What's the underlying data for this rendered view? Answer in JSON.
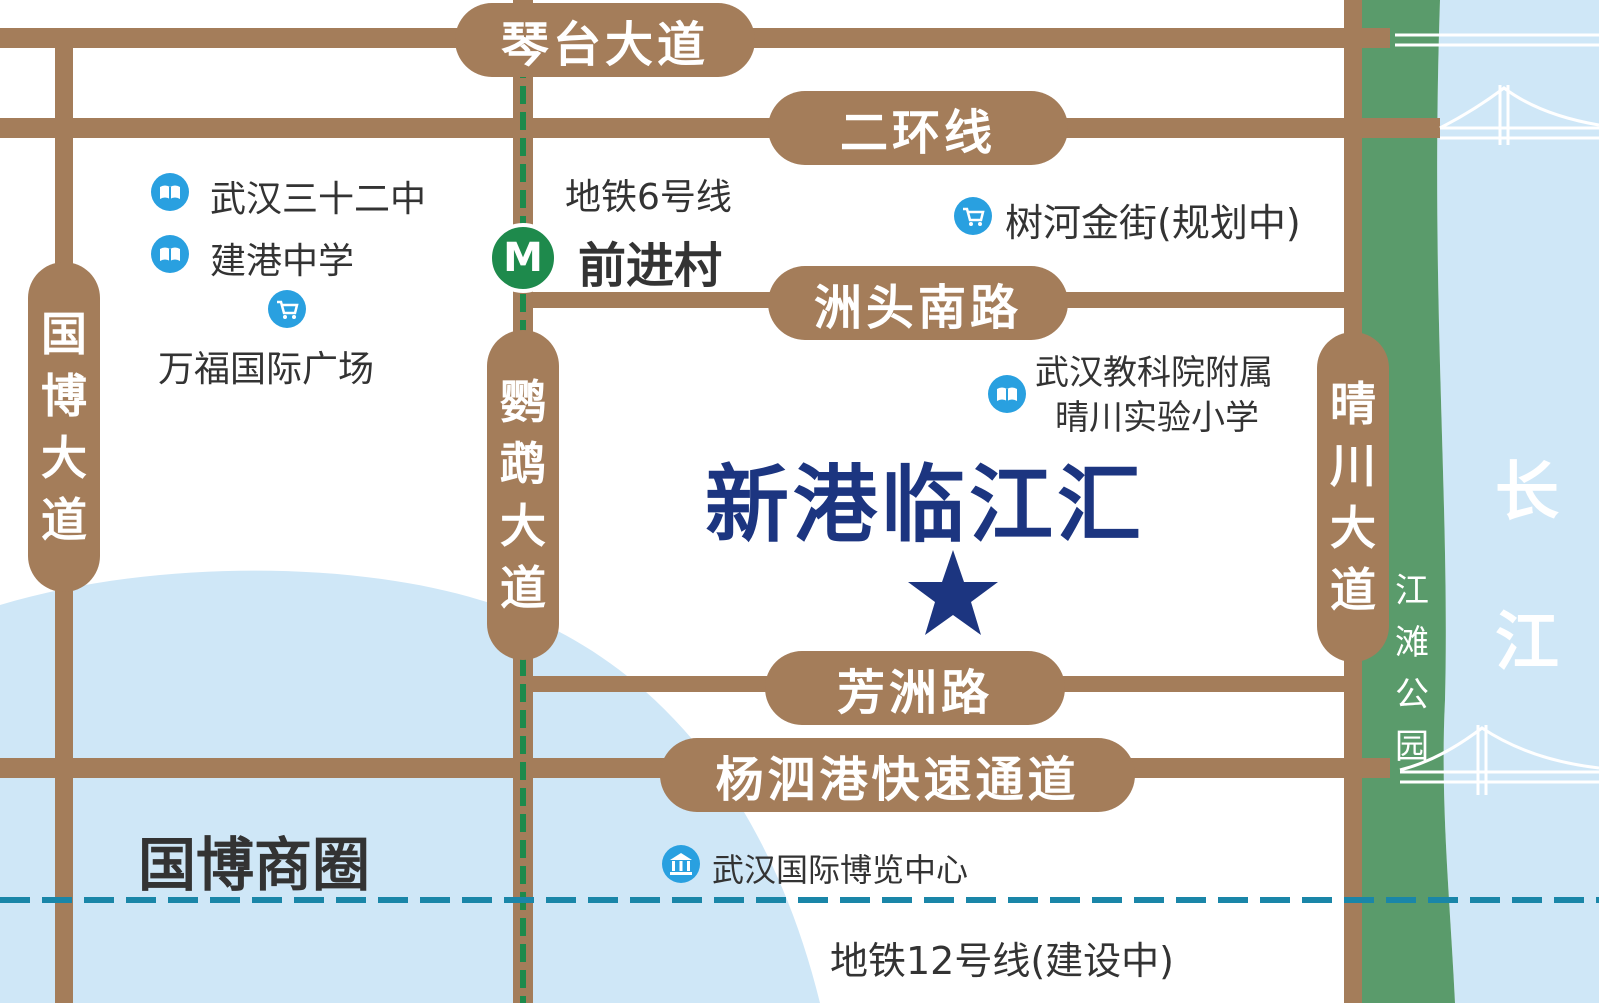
{
  "roads": {
    "qintai": "琴台大道",
    "erhuan": "二环线",
    "zhoutou": "洲头南路",
    "fangzhou": "芳洲路",
    "yangsi": "杨泗港快速通道",
    "guobo": "国博大道",
    "yingwu": "鹦鹉大道",
    "qingchuan": "晴川大道"
  },
  "metro": {
    "line6": "地铁6号线",
    "line12": "地铁12号线(建设中)",
    "station": "前进村",
    "badge": "M"
  },
  "pois": {
    "school32": "武汉三十二中",
    "jiangang": "建港中学",
    "wanfu": "万福国际广场",
    "shuhe": "树河金街(规划中)",
    "jky_line1": "武汉教科院附属",
    "jky_line2": "晴川实验小学",
    "expo": "武汉国际博览中心"
  },
  "project": {
    "name": "新港临江汇"
  },
  "areas": {
    "guobo_circle": "国博商圈",
    "changjiang": "长江",
    "beach_park": "江滩公园"
  },
  "icons": {
    "school": "school-book-icon",
    "shop": "shopping-cart-icon",
    "museum": "museum-building-icon",
    "metro": "metro-m-icon",
    "star": "star-icon",
    "bridge": "suspension-bridge-icon"
  },
  "colors": {
    "road": "#a47d5a",
    "river": "#cfe7f7",
    "park": "#5a9b6b",
    "metro6": "#1e8a4c",
    "metro12": "#1a86a8",
    "project": "#1c3580",
    "poi": "#29a0e0"
  }
}
